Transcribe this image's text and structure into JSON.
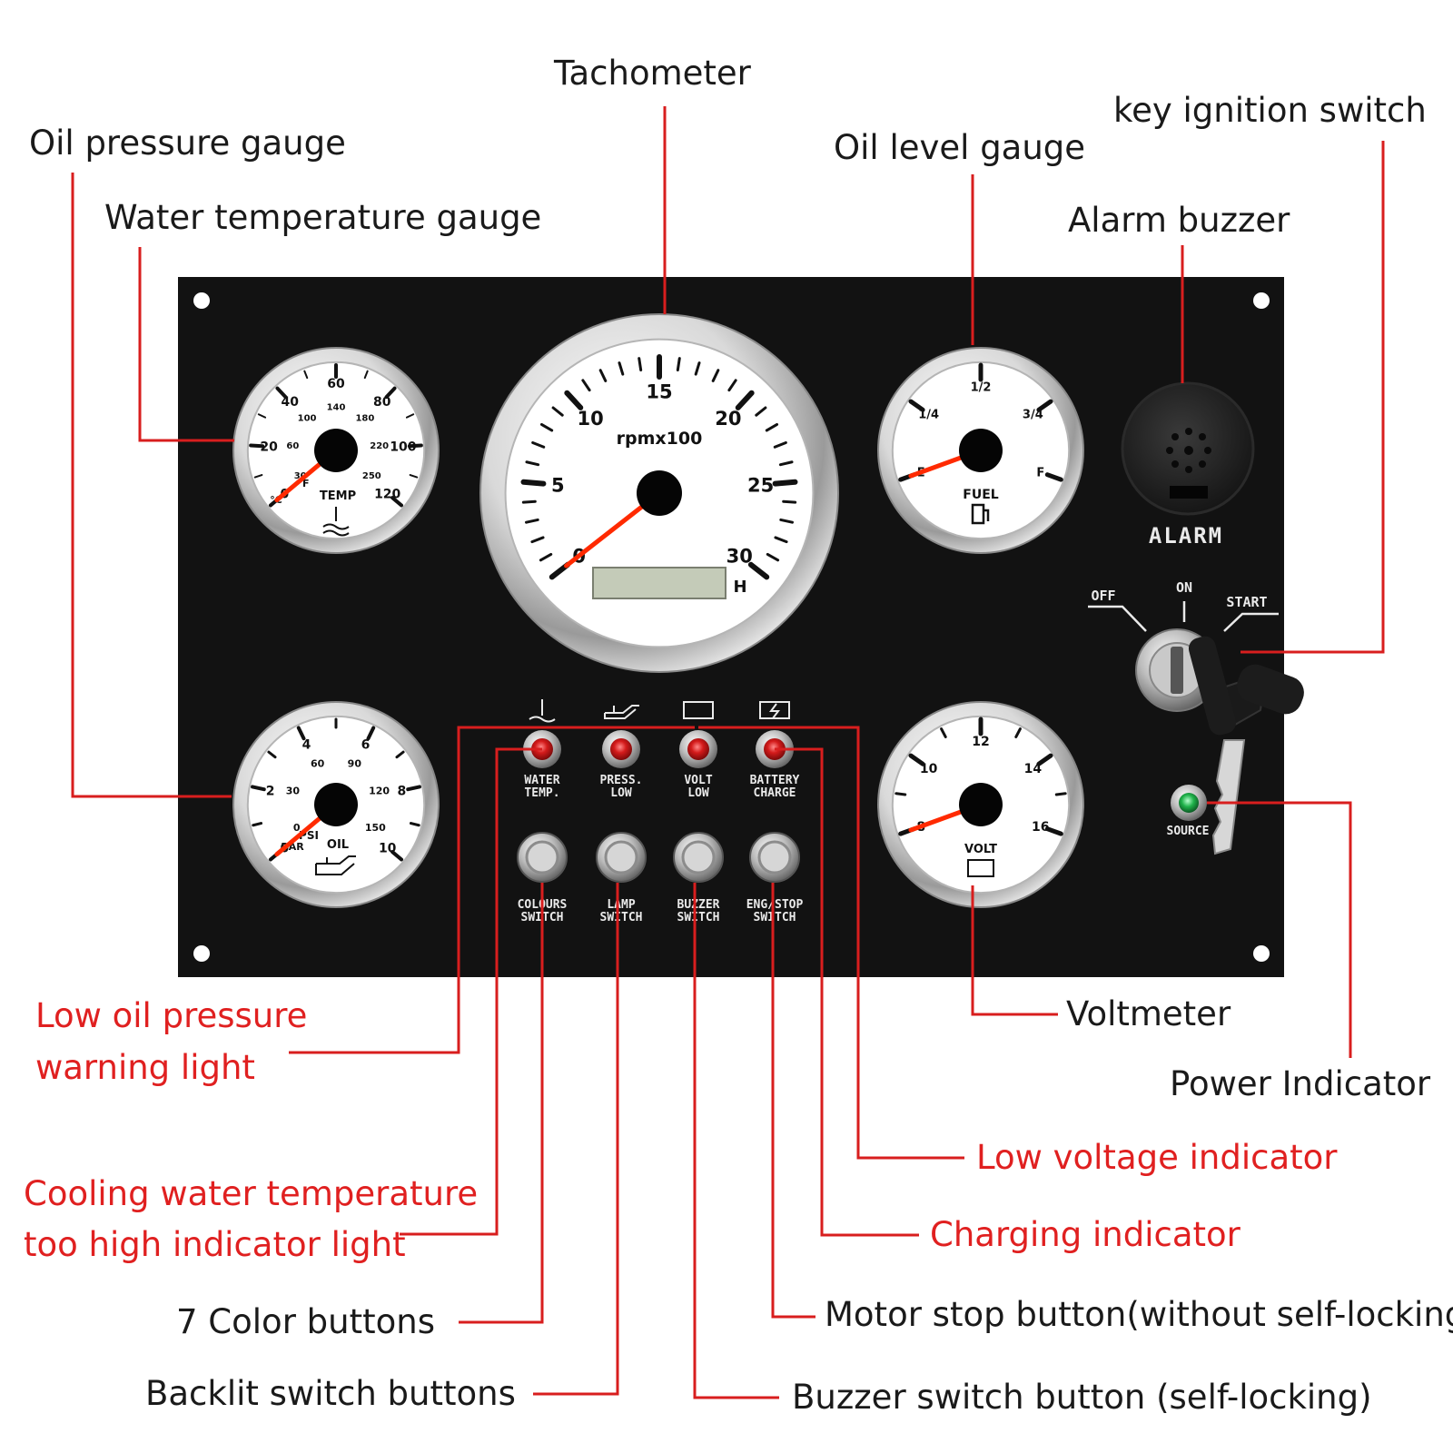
{
  "colors": {
    "panel": "#121212",
    "leader_line": "#d81e1e",
    "label_black": "#1a1a1a",
    "label_red": "#e02020",
    "warning_lamp": "#d41b1b",
    "power_lamp": "#1fb24a",
    "needle": "#ff2a00",
    "bezel": "#e8e8e8",
    "dial": "#ffffff"
  },
  "callouts": {
    "tachometer": "Tachometer",
    "key_ignition": "key ignition switch",
    "oil_pressure_gauge": "Oil pressure gauge",
    "oil_level_gauge": "Oil level gauge",
    "water_temp_gauge": "Water temperature gauge",
    "alarm_buzzer": "Alarm buzzer",
    "low_oil_pressure_1": "Low oil pressure",
    "low_oil_pressure_2": "warning light",
    "voltmeter": "Voltmeter",
    "power_indicator": "Power Indicator",
    "low_voltage": "Low voltage indicator",
    "cooling_water_1": "Cooling water temperature",
    "cooling_water_2": "too high indicator light",
    "charging": "Charging indicator",
    "color_buttons": "7 Color buttons",
    "motor_stop": "Motor stop button(without self-locking)",
    "backlit": "Backlit switch buttons",
    "buzzer_switch": "Buzzer switch button (self-locking)"
  },
  "panel": {
    "alarm_label": "ALARM",
    "source_label": "SOURCE",
    "ignition": {
      "off": "OFF",
      "on": "ON",
      "start": "START"
    },
    "indicators": [
      {
        "line1": "WATER",
        "line2": "TEMP.",
        "icon": "water-temp-icon"
      },
      {
        "line1": "PRESS.",
        "line2": "LOW",
        "icon": "oil-can-icon"
      },
      {
        "line1": "VOLT",
        "line2": "LOW",
        "icon": "battery-icon"
      },
      {
        "line1": "BATTERY",
        "line2": "CHARGE",
        "icon": "battery-charge-icon"
      }
    ],
    "buttons": [
      {
        "line1": "COLOURS",
        "line2": "SWITCH"
      },
      {
        "line1": "LAMP",
        "line2": "SWITCH"
      },
      {
        "line1": "BUZZER",
        "line2": "SWITCH"
      },
      {
        "line1": "ENG/STOP",
        "line2": "SWITCH"
      }
    ]
  },
  "gauges": {
    "tachometer": {
      "unit": "rpmx100",
      "hour_unit": "H",
      "scale_labels": [
        "0",
        "5",
        "10",
        "15",
        "20",
        "25",
        "30"
      ],
      "scale_min": 0,
      "scale_max": 30,
      "needle_value": 0
    },
    "water_temp": {
      "title": "TEMP",
      "outer_labels": [
        "0",
        "20",
        "40",
        "60",
        "80",
        "100",
        "120"
      ],
      "outer_min": 0,
      "outer_max": 120,
      "outer_unit": "°C",
      "inner_labels": [
        "30",
        "60",
        "100",
        "140",
        "180",
        "220",
        "250"
      ],
      "inner_unit": "°F",
      "needle_value": 0
    },
    "fuel": {
      "title": "FUEL",
      "labels": [
        "E",
        "1/4",
        "1/2",
        "3/4",
        "F"
      ],
      "needle_value": 0
    },
    "oil_pressure": {
      "title": "OIL",
      "outer_labels": [
        "0",
        "2",
        "4",
        "6",
        "8",
        "10"
      ],
      "outer_min": 0,
      "outer_max": 10,
      "outer_unit": "BAR",
      "inner_labels": [
        "0",
        "30",
        "60",
        "90",
        "120",
        "150"
      ],
      "inner_unit": "PSI",
      "needle_value": 0
    },
    "voltmeter": {
      "title": "VOLT",
      "labels": [
        "8",
        "10",
        "12",
        "14",
        "16"
      ],
      "scale_min": 8,
      "scale_max": 16,
      "needle_value": 8
    }
  }
}
